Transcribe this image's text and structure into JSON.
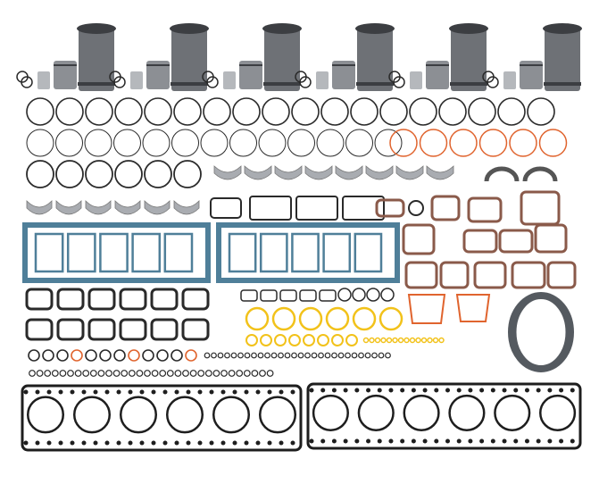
{
  "colors": {
    "liner": "#6e7176",
    "liner_dark": "#3c3e42",
    "piston": "#8c8f94",
    "ring": "#2a2a2a",
    "orange_seal": "#e0642e",
    "yellow_seal": "#f2c21a",
    "blue_gasket": "#4f7f99",
    "brown_gasket": "#8a5a4a",
    "bearing": "#a9acb1",
    "head_gasket": "#1e1e1e",
    "hose": "#555a60"
  },
  "counts": {
    "cylinder_liners": 6,
    "pistons": 6,
    "ring_row_1": 18,
    "ring_row_2_black": 13,
    "ring_row_2_orange": 6,
    "ring_row_3": 6,
    "main_bearings": 8,
    "rod_bearings": 6,
    "head_gaskets": 2
  }
}
